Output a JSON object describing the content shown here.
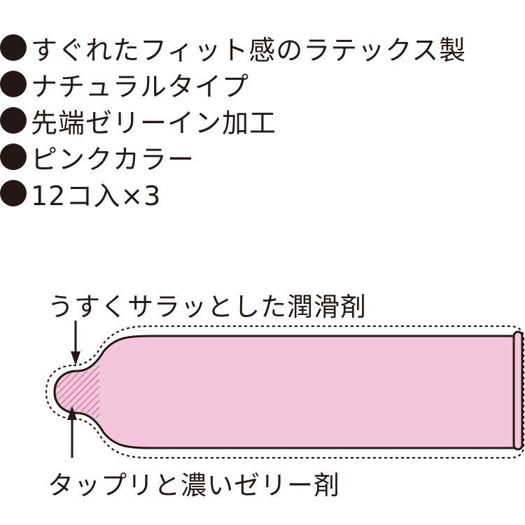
{
  "features": [
    "すぐれたフィット感のラテックス製",
    "ナチュラルタイプ",
    "先端ゼリーイン加工",
    "ピンクカラー",
    "12コ入×3"
  ],
  "diagram": {
    "top_callout": "うすくサラッとした潤滑剤",
    "bottom_callout": "タップリと濃いゼリー剤"
  },
  "colors": {
    "text": "#231815",
    "product_fill": "#f4c6dc",
    "tip_fill": "#e9a3c2",
    "outline": "#231815"
  }
}
